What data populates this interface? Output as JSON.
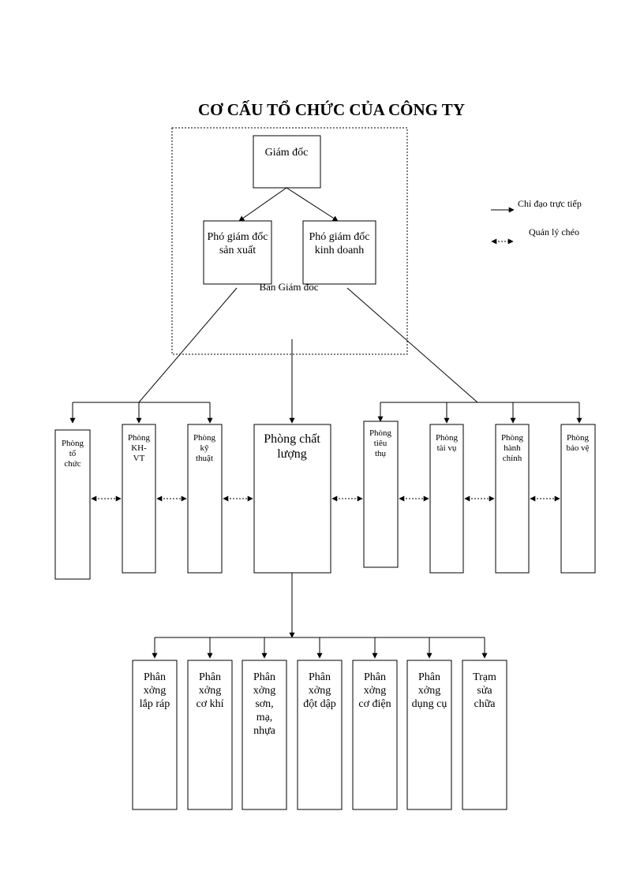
{
  "title": "CƠ CẤU TỔ CHỨC CỦA CÔNG TY",
  "board": {
    "label": "Ban Giám đốc",
    "director": [
      "Giám đốc"
    ],
    "deputy_production": [
      "Phó giám đốc",
      "sản xuất"
    ],
    "deputy_business": [
      "Phó giám đốc",
      "kinh doanh"
    ]
  },
  "legend": {
    "direct": "Chỉ đạo trực tiếp",
    "cross": "Quản lý chéo"
  },
  "departments": [
    {
      "id": "to-chuc",
      "lines": [
        "Phòng",
        "tổ",
        "chức"
      ]
    },
    {
      "id": "kh-vt",
      "lines": [
        "Phòng",
        "KH-",
        "VT"
      ]
    },
    {
      "id": "ky-thuat",
      "lines": [
        "Phòng",
        "kỹ",
        "thuật"
      ]
    },
    {
      "id": "chat-luong",
      "lines": [
        "Phòng chất",
        "lượng"
      ]
    },
    {
      "id": "tieu-thu",
      "lines": [
        "Phòng",
        "tiêu",
        "thụ"
      ]
    },
    {
      "id": "tai-vu",
      "lines": [
        "Phòng",
        "tài vụ"
      ]
    },
    {
      "id": "hanh-chinh",
      "lines": [
        "Phòng",
        "hành",
        "chính"
      ]
    },
    {
      "id": "bao-ve",
      "lines": [
        "Phòng",
        "bảo vệ"
      ]
    }
  ],
  "workshops": [
    {
      "id": "lap-rap",
      "lines": [
        "Phân",
        "xởng",
        "lắp ráp"
      ]
    },
    {
      "id": "co-khi",
      "lines": [
        "Phân",
        "xởng",
        "cơ khí"
      ]
    },
    {
      "id": "son-ma-nhua",
      "lines": [
        "Phân",
        "xởng",
        "sơn,",
        "mạ,",
        "nhựa"
      ]
    },
    {
      "id": "dot-dap",
      "lines": [
        "Phân",
        "xởng",
        "đột dập"
      ]
    },
    {
      "id": "co-dien",
      "lines": [
        "Phân",
        "xởng",
        "cơ điện"
      ]
    },
    {
      "id": "dung-cu",
      "lines": [
        "Phân",
        "xởng",
        "dụng cụ"
      ]
    },
    {
      "id": "sua-chua",
      "lines": [
        "Trạm",
        "sửa",
        "chữa"
      ]
    }
  ]
}
